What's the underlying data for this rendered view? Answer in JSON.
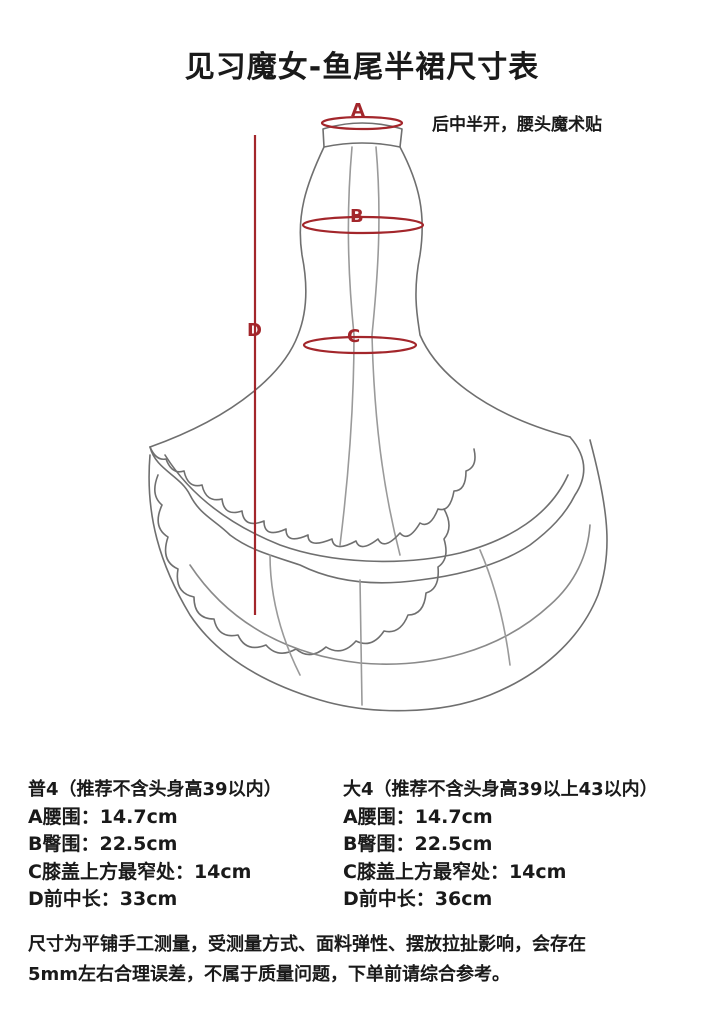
{
  "title": "见习魔女-鱼尾半裙尺寸表",
  "note": "后中半开，腰头魔术贴",
  "diagram": {
    "labels": {
      "a": "A",
      "b": "B",
      "c": "C",
      "d": "D"
    },
    "accent_color": "#a3262b"
  },
  "sizes": [
    {
      "heading": "普4（推荐不含头身高39以内）",
      "waist": "A腰围：14.7cm",
      "hip": "B臀围：22.5cm",
      "knee": "C膝盖上方最窄处：14cm",
      "length": "D前中长：33cm"
    },
    {
      "heading": "大4（推荐不含头身高39以上43以内）",
      "waist": "A腰围：14.7cm",
      "hip": "B臀围：22.5cm",
      "knee": "C膝盖上方最窄处：14cm",
      "length": "D前中长：36cm"
    }
  ],
  "footer": [
    "尺寸为平铺手工测量，受测量方式、面料弹性、摆放拉扯影响，会存在",
    "5mm左右合理误差，不属于质量问题，下单前请综合参考。"
  ]
}
